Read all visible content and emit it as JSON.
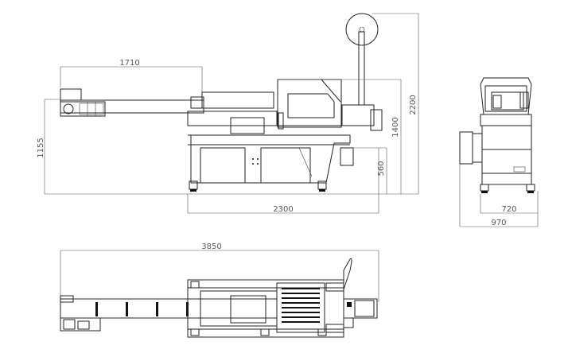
{
  "dimensions": {
    "front_conveyor_length": "1710",
    "front_total_height": "2200",
    "front_post_height": "1400",
    "front_base_height": "560",
    "front_table_height": "1155",
    "front_base_length": "2300",
    "side_inner_width": "720",
    "side_total_width": "970",
    "top_total_length": "3850"
  }
}
